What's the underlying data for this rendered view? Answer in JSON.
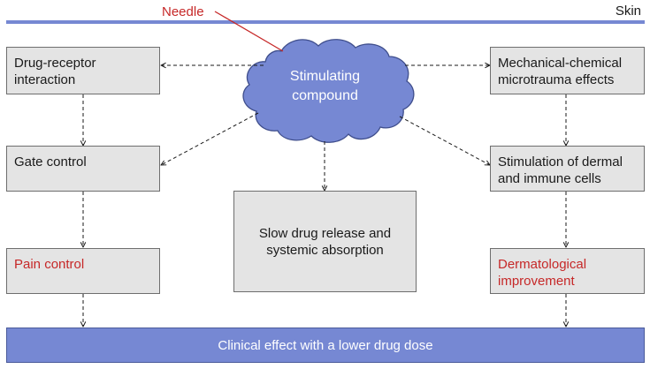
{
  "labels": {
    "needle": "Needle",
    "skin": "Skin"
  },
  "cloud": {
    "line1": "Stimulating",
    "line2": "compound"
  },
  "boxes": {
    "drug_receptor": {
      "line1": "Drug-receptor",
      "line2": "interaction"
    },
    "gate_control": {
      "line1": "Gate control"
    },
    "pain_control": {
      "line1": "Pain control"
    },
    "slow_release": {
      "line1": "Slow drug release and",
      "line2": "systemic absorption"
    },
    "microtrauma": {
      "line1": "Mechanical-chemical",
      "line2": "microtrauma effects"
    },
    "stimulation": {
      "line1": "Stimulation of dermal",
      "line2": "and immune cells"
    },
    "dermatological": {
      "line1": "Dermatological",
      "line2": "improvement"
    }
  },
  "bottom_bar": "Clinical effect with a lower drug dose",
  "colors": {
    "accent_blue": "#7688d3",
    "outcome_red": "#c62828",
    "box_fill": "#e4e4e4"
  }
}
